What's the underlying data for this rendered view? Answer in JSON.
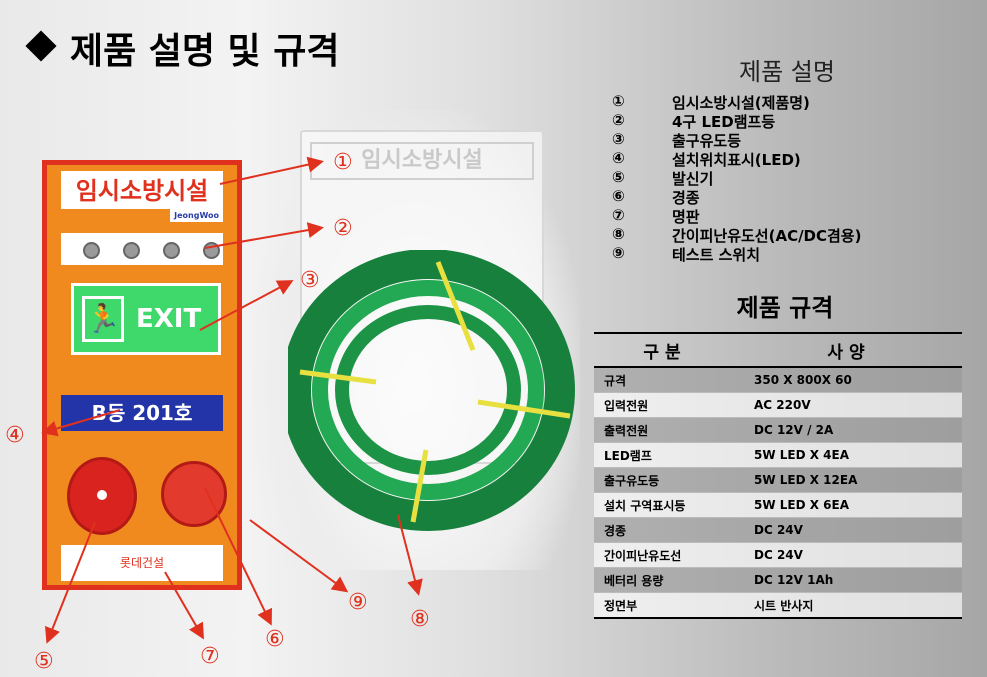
{
  "page": {
    "title": "제품 설명 및 규격"
  },
  "device": {
    "name": "임시소방시설",
    "logo": "JeongWoo",
    "exit_text": "EXIT",
    "room_label": "B동 201호",
    "nameplate": "롯데건설"
  },
  "ghost": {
    "name": "임시소방시설"
  },
  "callouts": [
    "①",
    "②",
    "③",
    "④",
    "⑤",
    "⑥",
    "⑦",
    "⑧",
    "⑨"
  ],
  "description": {
    "title": "제품 설명",
    "items": [
      {
        "mark": "①",
        "text": "임시소방시설(제품명)"
      },
      {
        "mark": "②",
        "text": "4구 LED램프등"
      },
      {
        "mark": "③",
        "text": "출구유도등"
      },
      {
        "mark": "④",
        "text": "설치위치표시(LED)"
      },
      {
        "mark": "⑤",
        "text": "발신기"
      },
      {
        "mark": "⑥",
        "text": "경종"
      },
      {
        "mark": "⑦",
        "text": "명판"
      },
      {
        "mark": "⑧",
        "text": "간이피난유도선(AC/DC겸용)"
      },
      {
        "mark": "⑨",
        "text": "테스트 스위치"
      }
    ]
  },
  "spec": {
    "title": "제품 규격",
    "headers": [
      "구 분",
      "사 양"
    ],
    "rows": [
      {
        "label": "규격",
        "value": "350 X 800X 60"
      },
      {
        "label": "입력전원",
        "value": "AC 220V"
      },
      {
        "label": "출력전원",
        "value": "DC 12V / 2A"
      },
      {
        "label": "LED램프",
        "value": "5W LED X 4EA"
      },
      {
        "label": "출구유도등",
        "value": "5W LED X 12EA"
      },
      {
        "label": "설치 구역표시등",
        "value": "5W LED X 6EA"
      },
      {
        "label": "경종",
        "value": "DC 24V"
      },
      {
        "label": "간이피난유도선",
        "value": "DC 24V"
      },
      {
        "label": "베터리 용량",
        "value": "DC 12V 1Ah"
      },
      {
        "label": "정면부",
        "value": "시트  반사지"
      }
    ]
  },
  "colors": {
    "device_body": "#f08a1e",
    "device_border": "#e0301e",
    "exit_green": "#3fd86a",
    "room_blue": "#2234a8",
    "hose_green": "#1f9a4a",
    "arrow_red": "#e0301e"
  }
}
